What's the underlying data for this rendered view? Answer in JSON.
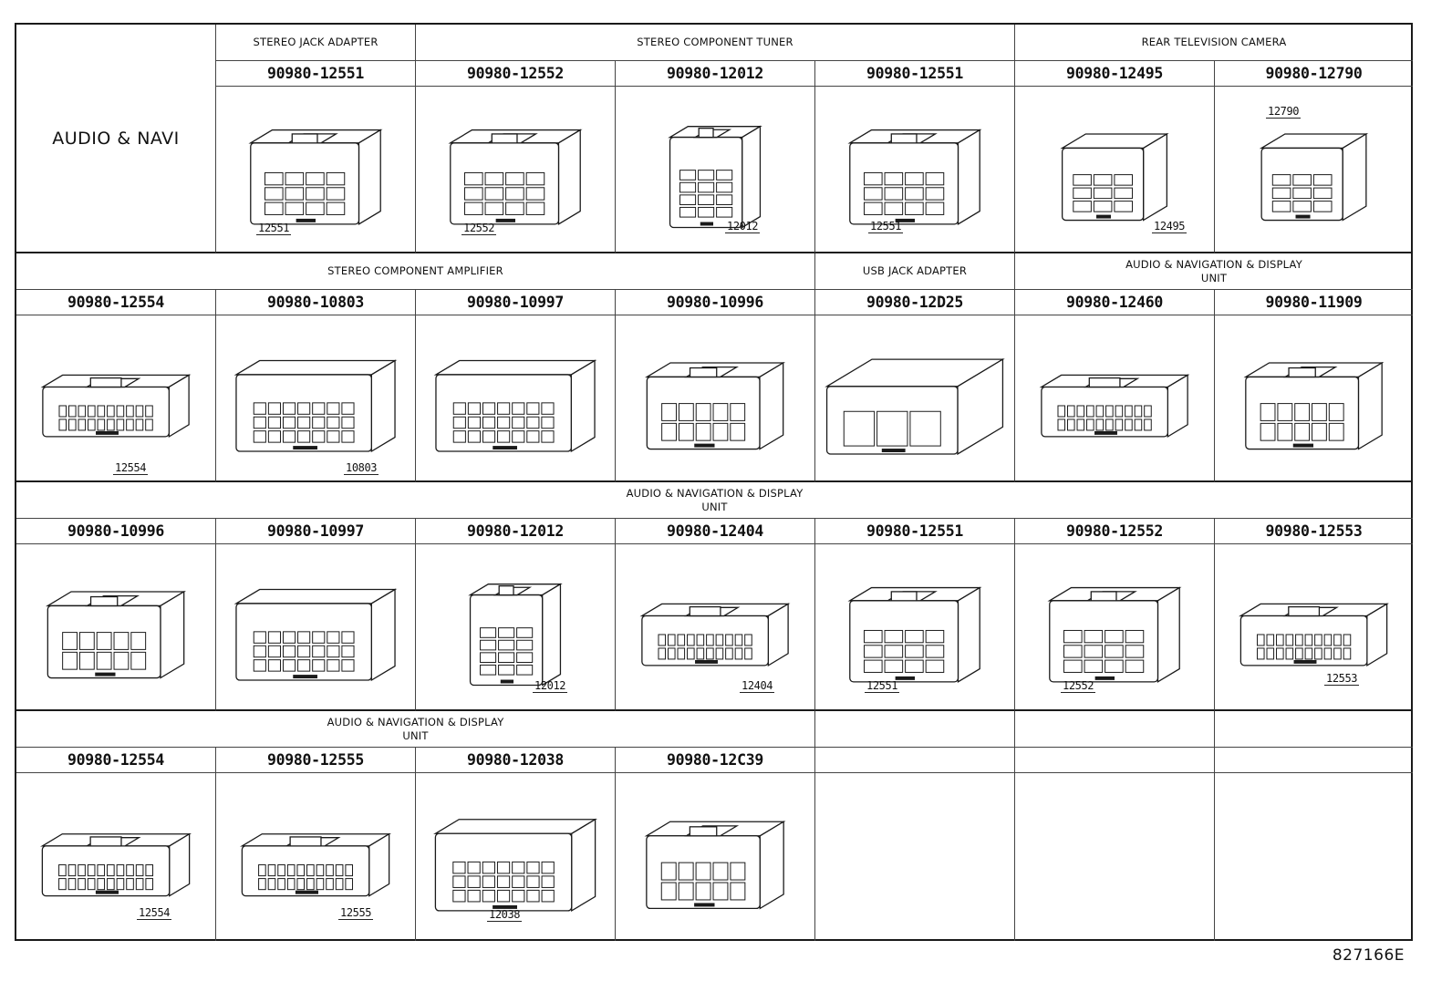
{
  "section_title": "AUDIO & NAVI",
  "headers": {
    "stereo_jack_adapter": "STEREO JACK ADAPTER",
    "stereo_component_tuner": "STEREO COMPONENT TUNER",
    "rear_television_camera": "REAR TELEVISION CAMERA",
    "stereo_component_amplifier": "STEREO COMPONENT AMPLIFIER",
    "usb_jack_adapter": "USB JACK ADAPTER",
    "audio_nav_display_unit": "AUDIO & NAVIGATION & DISPLAY\nUNIT"
  },
  "row1": {
    "parts": [
      "90980-12551",
      "90980-12552",
      "90980-12012",
      "90980-12551",
      "90980-12495",
      "90980-12790"
    ],
    "callouts": [
      "12551",
      "12552",
      "12012",
      "12551",
      "12495",
      "12790"
    ]
  },
  "row2": {
    "parts": [
      "90980-12554",
      "90980-10803",
      "90980-10997",
      "90980-10996",
      "90980-12D25",
      "90980-12460",
      "90980-11909"
    ],
    "callouts": [
      "12554",
      "10803"
    ]
  },
  "row3": {
    "parts": [
      "90980-10996",
      "90980-10997",
      "90980-12012",
      "90980-12404",
      "90980-12551",
      "90980-12552",
      "90980-12553"
    ],
    "callouts": [
      "12012",
      "12404",
      "12551",
      "12552",
      "12553"
    ]
  },
  "row4": {
    "parts": [
      "90980-12554",
      "90980-12555",
      "90980-12038",
      "90980-12C39"
    ],
    "callouts": [
      "12554",
      "12555",
      "12038"
    ]
  },
  "figure_code": "827166E",
  "icons": [
    "connector-drawing"
  ]
}
